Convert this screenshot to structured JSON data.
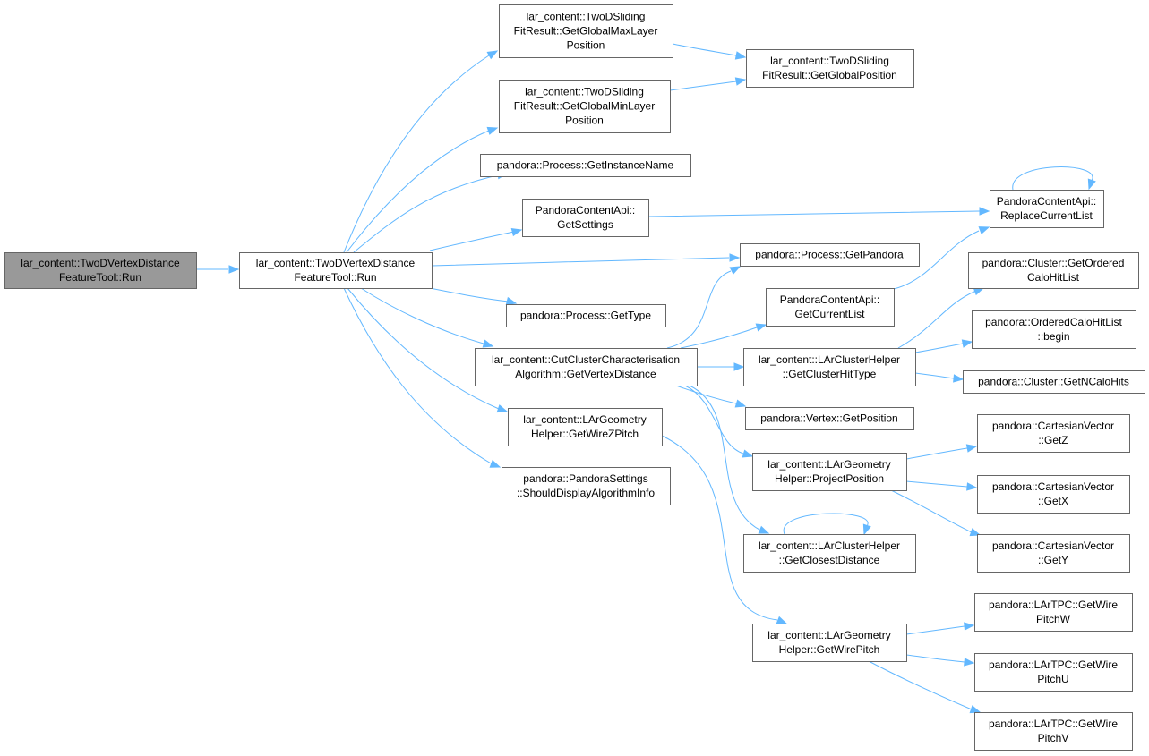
{
  "colors": {
    "edge": "#63b8ff",
    "root_fill": "#999999",
    "node_border": "#666666"
  },
  "nodes": {
    "root": [
      "lar_content::TwoDVertexDistance",
      "FeatureTool::Run"
    ],
    "run": [
      "lar_content::TwoDVertexDistance",
      "FeatureTool::Run"
    ],
    "maxlayer": [
      "lar_content::TwoDSliding",
      "FitResult::GetGlobalMaxLayer",
      "Position"
    ],
    "minlayer": [
      "lar_content::TwoDSliding",
      "FitResult::GetGlobalMinLayer",
      "Position"
    ],
    "globalpos": [
      "lar_content::TwoDSliding",
      "FitResult::GetGlobalPosition"
    ],
    "instname": [
      "pandora::Process::GetInstanceName"
    ],
    "settings": [
      "PandoraContentApi::",
      "GetSettings"
    ],
    "replace": [
      "PandoraContentApi::",
      "ReplaceCurrentList"
    ],
    "getpandora": [
      "pandora::Process::GetPandora"
    ],
    "gettype": [
      "pandora::Process::GetType"
    ],
    "currentlist": [
      "PandoraContentApi::",
      "GetCurrentList"
    ],
    "orderedcalo": [
      "pandora::Cluster::GetOrdered",
      "CaloHitList"
    ],
    "cutcluster": [
      "lar_content::CutClusterCharacterisation",
      "Algorithm::GetVertexDistance"
    ],
    "clusterhittype": [
      "lar_content::LArClusterHelper",
      "::GetClusterHitType"
    ],
    "begin": [
      "pandora::OrderedCaloHitList",
      "::begin"
    ],
    "ncalohits": [
      "pandora::Cluster::GetNCaloHits"
    ],
    "vertexpos": [
      "pandora::Vertex::GetPosition"
    ],
    "wirez": [
      "lar_content::LArGeometry",
      "Helper::GetWireZPitch"
    ],
    "getz": [
      "pandora::CartesianVector",
      "::GetZ"
    ],
    "projectpos": [
      "lar_content::LArGeometry",
      "Helper::ProjectPosition"
    ],
    "displayalg": [
      "pandora::PandoraSettings",
      "::ShouldDisplayAlgorithmInfo"
    ],
    "getx": [
      "pandora::CartesianVector",
      "::GetX"
    ],
    "closestdist": [
      "lar_content::LArClusterHelper",
      "::GetClosestDistance"
    ],
    "gety": [
      "pandora::CartesianVector",
      "::GetY"
    ],
    "wirepitchw": [
      "pandora::LArTPC::GetWire",
      "PitchW"
    ],
    "wirepitch": [
      "lar_content::LArGeometry",
      "Helper::GetWirePitch"
    ],
    "wirepitchu": [
      "pandora::LArTPC::GetWire",
      "PitchU"
    ],
    "wirepitchv": [
      "pandora::LArTPC::GetWire",
      "PitchV"
    ]
  },
  "edges": [
    [
      "root",
      "run"
    ],
    [
      "run",
      "maxlayer"
    ],
    [
      "run",
      "minlayer"
    ],
    [
      "run",
      "instname"
    ],
    [
      "run",
      "settings"
    ],
    [
      "run",
      "getpandora"
    ],
    [
      "run",
      "gettype"
    ],
    [
      "run",
      "cutcluster"
    ],
    [
      "run",
      "wirez"
    ],
    [
      "run",
      "displayalg"
    ],
    [
      "maxlayer",
      "globalpos"
    ],
    [
      "minlayer",
      "globalpos"
    ],
    [
      "settings",
      "replace"
    ],
    [
      "replace",
      "replace"
    ],
    [
      "currentlist",
      "replace"
    ],
    [
      "cutcluster",
      "getpandora"
    ],
    [
      "cutcluster",
      "currentlist"
    ],
    [
      "cutcluster",
      "clusterhittype"
    ],
    [
      "cutcluster",
      "vertexpos"
    ],
    [
      "cutcluster",
      "projectpos"
    ],
    [
      "cutcluster",
      "closestdist"
    ],
    [
      "clusterhittype",
      "orderedcalo"
    ],
    [
      "clusterhittype",
      "begin"
    ],
    [
      "clusterhittype",
      "ncalohits"
    ],
    [
      "closestdist",
      "closestdist"
    ],
    [
      "projectpos",
      "getz"
    ],
    [
      "projectpos",
      "getx"
    ],
    [
      "projectpos",
      "gety"
    ],
    [
      "wirez",
      "wirepitch"
    ],
    [
      "wirepitch",
      "wirepitchw"
    ],
    [
      "wirepitch",
      "wirepitchu"
    ],
    [
      "wirepitch",
      "wirepitchv"
    ]
  ]
}
